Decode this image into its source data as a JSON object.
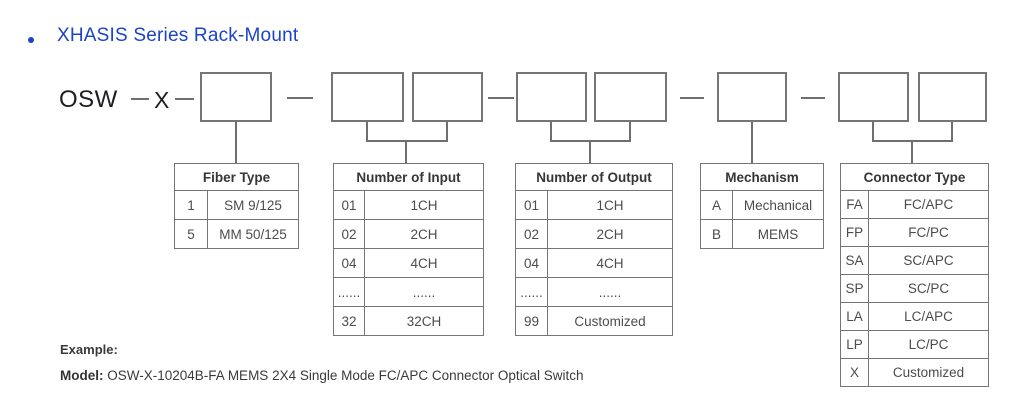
{
  "title": "XHASIS Series Rack-Mount",
  "code_prefix": {
    "base": "OSW",
    "variant": "X"
  },
  "tables": [
    {
      "header": "Fiber Type",
      "rows": [
        [
          "1",
          "SM 9/125"
        ],
        [
          "5",
          "MM 50/125"
        ]
      ]
    },
    {
      "header": "Number of Input",
      "rows": [
        [
          "01",
          "1CH"
        ],
        [
          "02",
          "2CH"
        ],
        [
          "04",
          "4CH"
        ],
        [
          "......",
          "......"
        ],
        [
          "32",
          "32CH"
        ]
      ]
    },
    {
      "header": "Number of Output",
      "rows": [
        [
          "01",
          "1CH"
        ],
        [
          "02",
          "2CH"
        ],
        [
          "04",
          "4CH"
        ],
        [
          "......",
          "......"
        ],
        [
          "99",
          "Customized"
        ]
      ]
    },
    {
      "header": "Mechanism",
      "rows": [
        [
          "A",
          "Mechanical"
        ],
        [
          "B",
          "MEMS"
        ]
      ]
    },
    {
      "header": "Connector Type",
      "rows": [
        [
          "FA",
          "FC/APC"
        ],
        [
          "FP",
          "FC/PC"
        ],
        [
          "SA",
          "SC/APC"
        ],
        [
          "SP",
          "SC/PC"
        ],
        [
          "LA",
          "LC/APC"
        ],
        [
          "LP",
          "LC/PC"
        ],
        [
          "X",
          "Customized"
        ]
      ]
    }
  ],
  "example": {
    "label": "Example:",
    "model_label": "Model:",
    "model_text": "OSW-X-10204B-FA MEMS 2X4 Single Mode FC/APC Connector Optical Switch"
  },
  "colors": {
    "accent_blue": "#1b44c8",
    "line_gray": "#6f6f6f",
    "text_dark": "#3a3a3a"
  }
}
